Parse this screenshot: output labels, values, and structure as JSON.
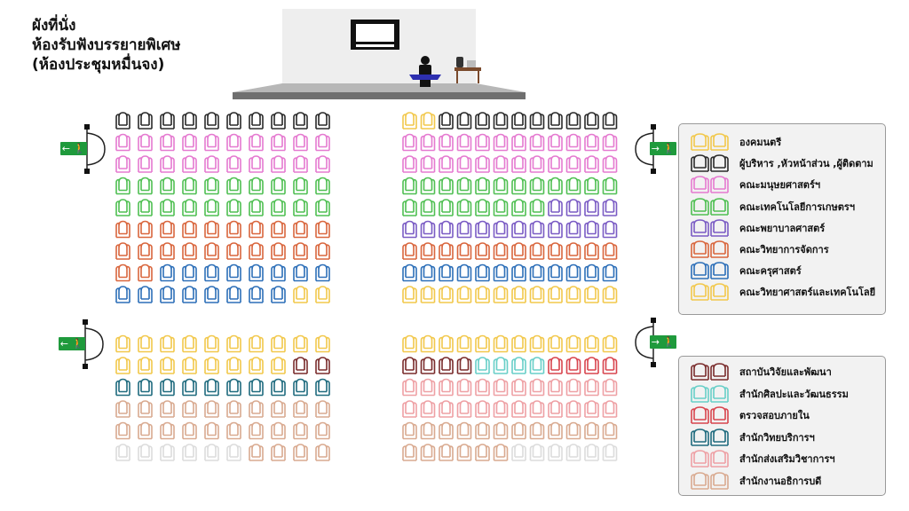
{
  "title": {
    "line1": "ผังที่นั่ง",
    "line2": "ห้องรับฟังบรรยายพิเศษ",
    "line3": "(ห้องประชุมหมื่นจง)"
  },
  "colors": {
    "yellow": "#f2c84b",
    "black": "#2a2a2a",
    "pink": "#e57ad0",
    "green": "#4fbf52",
    "purple": "#7a5bc4",
    "orange": "#d9663d",
    "blue": "#2d6fb8",
    "maroon": "#7a2c2c",
    "teal": "#68cfc8",
    "red": "#d8454e",
    "darkteal": "#1f6b7e",
    "lightpink": "#eea0a4",
    "tan": "#d9aa90",
    "faded": "#dcdcdc",
    "exit_green": "#1f9a3c"
  },
  "legend_top": [
    {
      "key": "yellow",
      "label": "องคมนตรี"
    },
    {
      "key": "black",
      "label": "ผู้บริหาร ,หัวหน้าส่วน ,ผู้ติดตาม"
    },
    {
      "key": "pink",
      "label": "คณะมนุษยศาสตร์ฯ"
    },
    {
      "key": "green",
      "label": "คณะเทคโนโลยีการเกษตรฯ"
    },
    {
      "key": "purple",
      "label": "คณะพยาบาลศาสตร์"
    },
    {
      "key": "orange",
      "label": "คณะวิทยาการจัดการ"
    },
    {
      "key": "blue",
      "label": "คณะครุศาสตร์"
    },
    {
      "key": "yellow",
      "label": "คณะวิทยาศาสตร์และเทคโนโลยี"
    }
  ],
  "legend_bottom": [
    {
      "key": "maroon",
      "label": "สถาบันวิจัยและพัฒนา"
    },
    {
      "key": "teal",
      "label": "สำนักศิลปะและวัฒนธรรม"
    },
    {
      "key": "red",
      "label": "ตรวจสอบภายใน"
    },
    {
      "key": "darkteal",
      "label": "สำนักวิทยบริการฯ"
    },
    {
      "key": "lightpink",
      "label": "สำนักส่งเสริมวิชาการฯ"
    },
    {
      "key": "tan",
      "label": "สำนักงานอธิการบดี"
    }
  ],
  "seating": {
    "left_block": [
      [
        [
          "black",
          10
        ]
      ],
      [
        [
          "pink",
          10
        ]
      ],
      [
        [
          "pink",
          10
        ]
      ],
      [
        [
          "green",
          10
        ]
      ],
      [
        [
          "green",
          10
        ]
      ],
      [
        [
          "orange",
          10
        ]
      ],
      [
        [
          "orange",
          10
        ]
      ],
      [
        [
          "orange",
          2
        ],
        [
          "blue",
          8
        ]
      ],
      [
        [
          "blue",
          8
        ],
        [
          "yellow",
          2
        ]
      ],
      "gap",
      [
        [
          "yellow",
          10
        ]
      ],
      [
        [
          "yellow",
          8
        ],
        [
          "maroon",
          2
        ]
      ],
      [
        [
          "darkteal",
          10
        ]
      ],
      [
        [
          "tan",
          10
        ]
      ],
      [
        [
          "tan",
          10
        ]
      ],
      [
        [
          "faded",
          6
        ],
        [
          "tan",
          4
        ]
      ]
    ],
    "right_block": [
      [
        [
          "yellow",
          2
        ],
        [
          "black",
          10
        ]
      ],
      [
        [
          "pink",
          12
        ]
      ],
      [
        [
          "pink",
          12
        ]
      ],
      [
        [
          "green",
          12
        ]
      ],
      [
        [
          "green",
          8
        ],
        [
          "purple",
          4
        ]
      ],
      [
        [
          "purple",
          12
        ]
      ],
      [
        [
          "orange",
          12
        ]
      ],
      [
        [
          "blue",
          12
        ]
      ],
      [
        [
          "yellow",
          12
        ]
      ],
      "gap",
      [
        [
          "yellow",
          12
        ]
      ],
      [
        [
          "maroon",
          4
        ],
        [
          "teal",
          4
        ],
        [
          "red",
          4
        ]
      ],
      [
        [
          "lightpink",
          12
        ]
      ],
      [
        [
          "lightpink",
          12
        ]
      ],
      [
        [
          "tan",
          12
        ]
      ],
      [
        [
          "tan",
          6
        ],
        [
          "faded",
          6
        ]
      ]
    ]
  },
  "exits": [
    {
      "name": "exit-top-left",
      "arrow": "←",
      "side": "left"
    },
    {
      "name": "exit-top-right",
      "arrow": "→",
      "side": "right"
    },
    {
      "name": "exit-mid-left",
      "arrow": "←",
      "side": "left"
    },
    {
      "name": "exit-mid-right",
      "arrow": "→",
      "side": "right"
    }
  ],
  "stage": {
    "screen_icon": "projector-screen-icon",
    "podium_icon": "speaker-podium-icon",
    "desk_icon": "desk-chair-icon"
  }
}
